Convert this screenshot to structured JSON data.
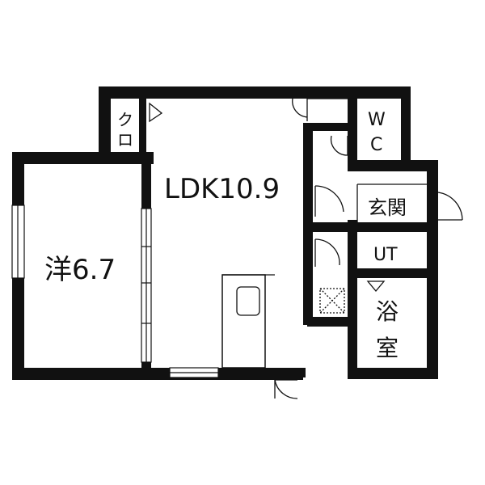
{
  "rooms": {
    "western_room": {
      "name": "洋",
      "size": "6.7"
    },
    "ldk": {
      "name": "LDK",
      "size": "10.9"
    },
    "closet": {
      "line1": "ク",
      "line2": "ロ"
    },
    "toilet": {
      "line1": "W",
      "line2": "C"
    },
    "entrance": {
      "label": "玄関"
    },
    "utility": {
      "label": "UT"
    },
    "bathroom": {
      "line1": "浴",
      "line2": "室"
    }
  },
  "colors": {
    "wall": "#111111",
    "fill": "#ffffff",
    "line": "#111111"
  }
}
